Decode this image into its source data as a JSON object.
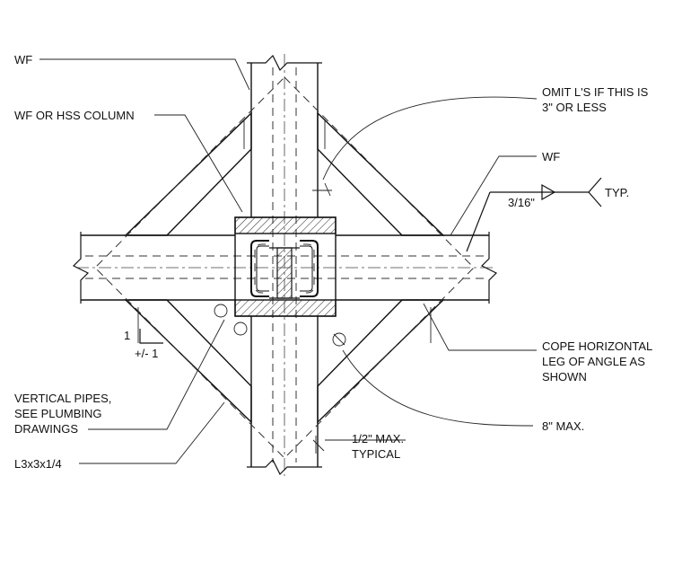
{
  "labels": {
    "wf_top": "WF",
    "column": "WF OR HSS COLUMN",
    "omit_line1": "OMIT L'S IF THIS IS",
    "omit_line2": "3\" OR LESS",
    "wf_right": "WF",
    "weld_size": "3/16\"",
    "weld_typ": "TYP.",
    "slope_rise": "1",
    "slope_run": "+/- 1",
    "cope_line1": "COPE HORIZONTAL",
    "cope_line2": "LEG OF ANGLE AS",
    "cope_line3": "SHOWN",
    "pipes_line1": "VERTICAL PIPES,",
    "pipes_line2": "SEE PLUMBING",
    "pipes_line3": "DRAWINGS",
    "eight_max": "8\" MAX.",
    "half_max": "1/2\" MAX.",
    "typical": "TYPICAL",
    "angle": "L3x3x1/4"
  }
}
